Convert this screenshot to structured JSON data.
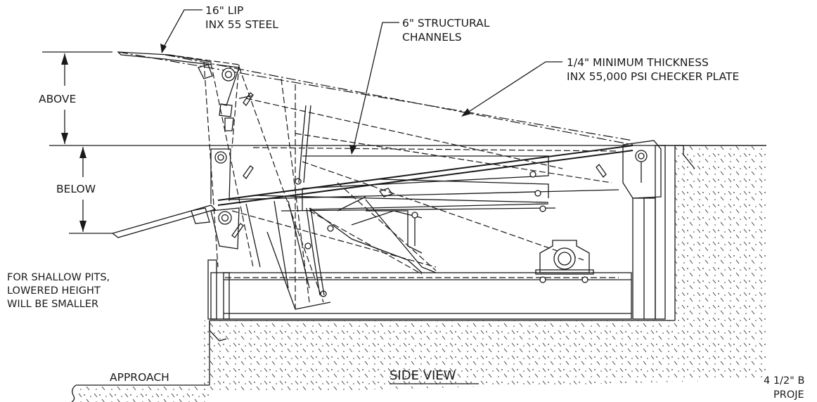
{
  "diagram": {
    "callouts": {
      "lip_line1": "16\" LIP",
      "lip_line2": "INX 55 STEEL",
      "channels_line1": "6\" STRUCTURAL",
      "channels_line2": "CHANNELS",
      "plate_line1": "1/4\"  MINIMUM THICKNESS",
      "plate_line2": "INX 55,000 PSI CHECKER PLATE"
    },
    "dimensions": {
      "above": "ABOVE",
      "below": "BELOW"
    },
    "notes": {
      "shallow_line1": "FOR SHALLOW PITS,",
      "shallow_line2": "LOWERED HEIGHT",
      "shallow_line3": "WILL BE SMALLER",
      "approach": "APPROACH",
      "bumper_line1": "4 1/2\" B",
      "bumper_line2": "PROJE"
    },
    "title": "SIDE VIEW"
  }
}
